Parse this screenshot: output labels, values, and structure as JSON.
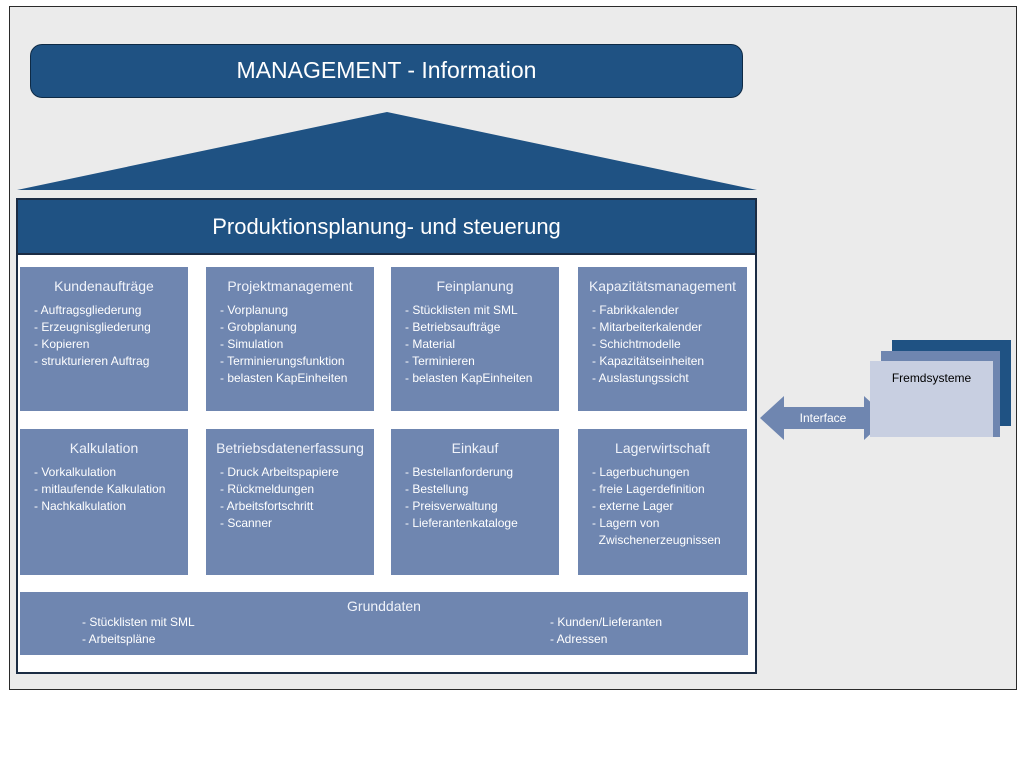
{
  "management": {
    "title": "MANAGEMENT - Information"
  },
  "pps": {
    "title": "Produktionsplanung- und steuerung"
  },
  "modules": [
    {
      "title": "Kundenaufträge",
      "items": [
        "- Auftragsgliederung",
        "- Erzeugnisgliederung",
        "- Kopieren",
        "- strukturieren Auftrag"
      ]
    },
    {
      "title": "Projektmanagement",
      "items": [
        "- Vorplanung",
        "- Grobplanung",
        "- Simulation",
        "- Terminierungsfunktion",
        "- belasten KapEinheiten"
      ]
    },
    {
      "title": "Feinplanung",
      "items": [
        "- Stücklisten mit SML",
        "- Betriebsaufträge",
        "- Material",
        "- Terminieren",
        "- belasten KapEinheiten"
      ]
    },
    {
      "title": "Kapazitätsmanagement",
      "items": [
        "- Fabrikkalender",
        "- Mitarbeiterkalender",
        "- Schichtmodelle",
        "- Kapazitätseinheiten",
        "- Auslastungssicht"
      ]
    },
    {
      "title": "Kalkulation",
      "items": [
        "- Vorkalkulation",
        "- mitlaufende Kalkulation",
        "- Nachkalkulation"
      ]
    },
    {
      "title": "Betriebsdatenerfassung",
      "items": [
        "- Druck Arbeitspapiere",
        "- Rückmeldungen",
        "- Arbeitsfortschritt",
        "- Scanner"
      ]
    },
    {
      "title": "Einkauf",
      "items": [
        "- Bestellanforderung",
        "- Bestellung",
        "- Preisverwaltung",
        "- Lieferantenkataloge"
      ]
    },
    {
      "title": "Lagerwirtschaft",
      "items": [
        "- Lagerbuchungen",
        "- freie Lagerdefinition",
        "- externe Lager",
        "- Lagern von",
        "  Zwischenerzeugnissen"
      ]
    }
  ],
  "grunddaten": {
    "title": "Grunddaten",
    "left_items": [
      "- Stücklisten mit SML",
      "- Arbeitspläne"
    ],
    "right_items": [
      "- Kunden/Lieferanten",
      "- Adressen"
    ]
  },
  "interface": {
    "label": "Interface"
  },
  "external": {
    "label": "Fremdsysteme"
  },
  "colors": {
    "dark_blue": "#1f5283",
    "module_blue": "#6f86b0",
    "light_box": "#c8cfe1",
    "background": "#ebebeb"
  }
}
